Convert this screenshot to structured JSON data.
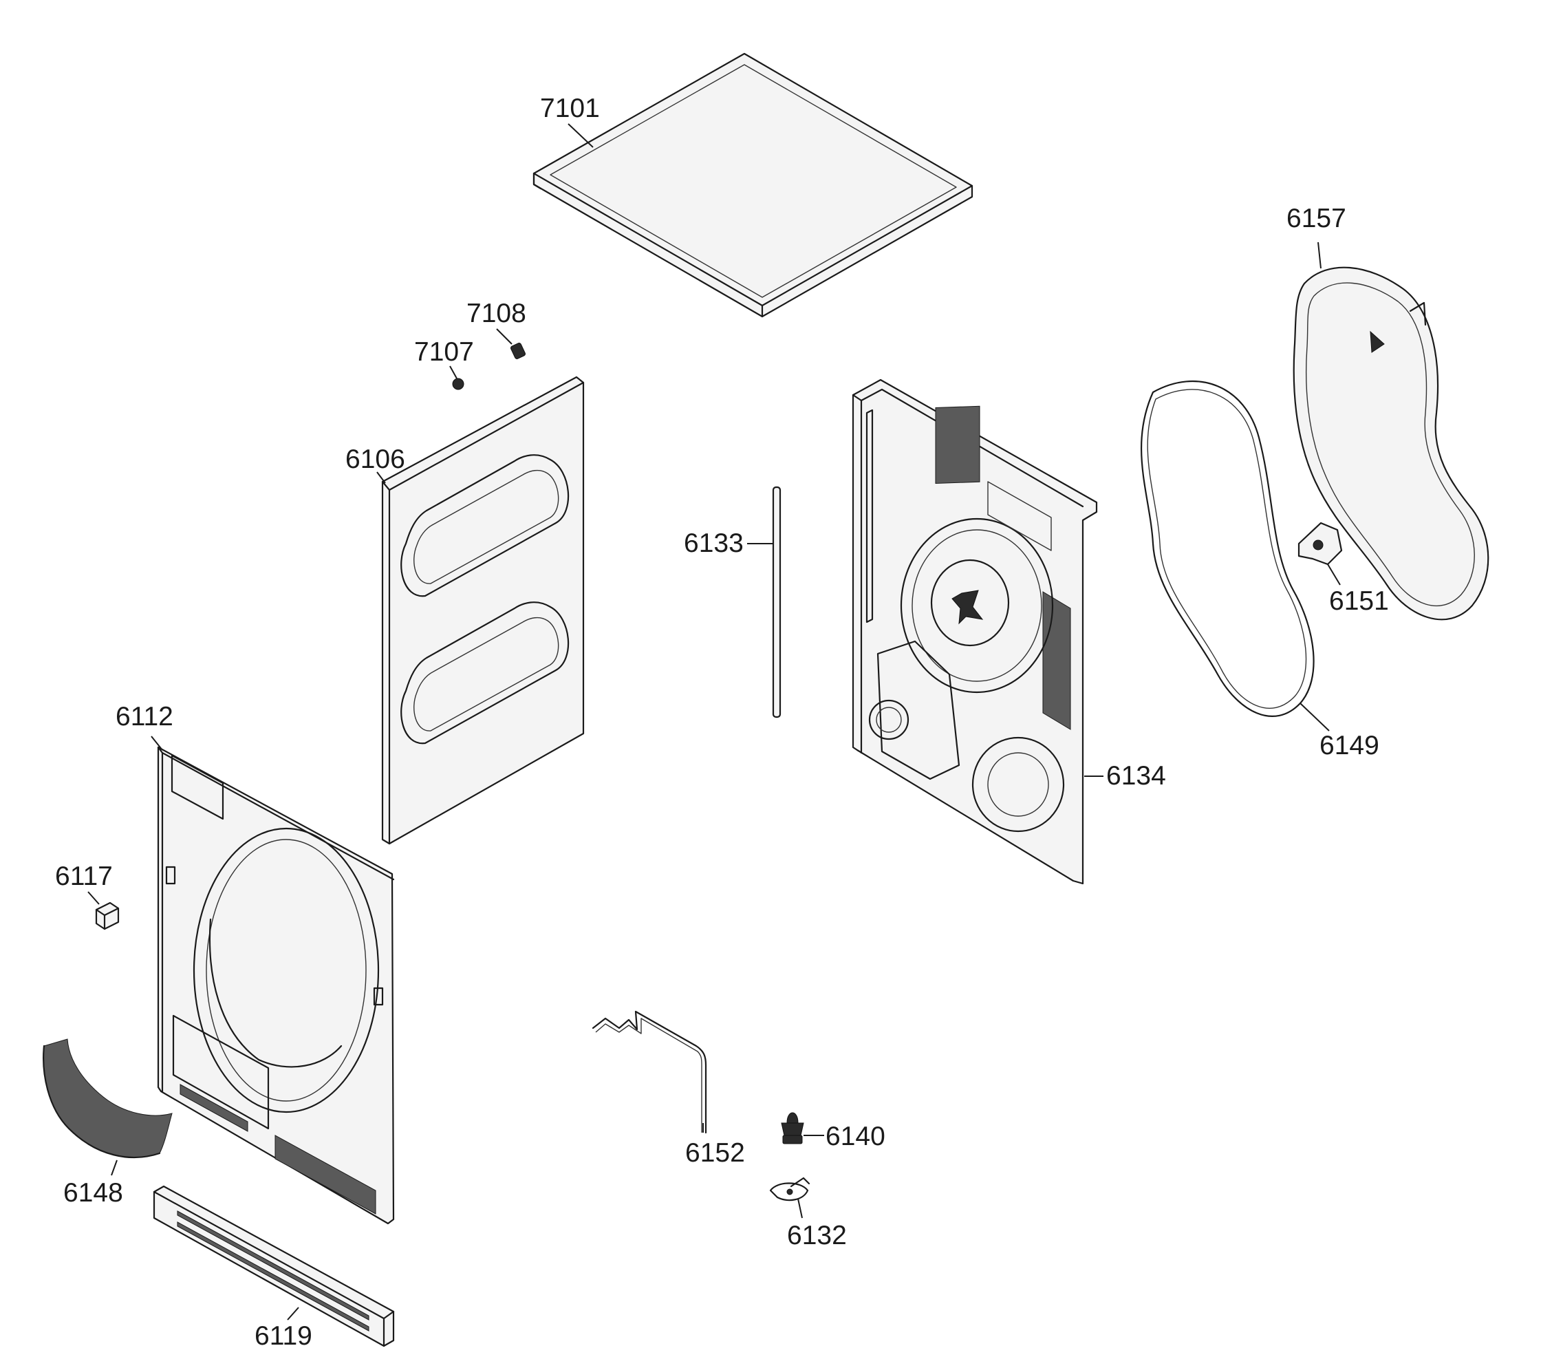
{
  "diagram": {
    "parts": [
      {
        "id": "top-cover",
        "number": "7101"
      },
      {
        "id": "screw-a",
        "number": "7108"
      },
      {
        "id": "screw-b",
        "number": "7107"
      },
      {
        "id": "side-panel",
        "number": "6106"
      },
      {
        "id": "rod",
        "number": "6133"
      },
      {
        "id": "rear-panel",
        "number": "6134"
      },
      {
        "id": "rear-seal",
        "number": "6149"
      },
      {
        "id": "belt",
        "number": "6157"
      },
      {
        "id": "bracket",
        "number": "6151"
      },
      {
        "id": "front-panel",
        "number": "6112"
      },
      {
        "id": "clip",
        "number": "6117"
      },
      {
        "id": "filter-grille",
        "number": "6148"
      },
      {
        "id": "kick-plate",
        "number": "6119"
      },
      {
        "id": "wire-hook",
        "number": "6152"
      },
      {
        "id": "foot",
        "number": "6140"
      },
      {
        "id": "cable-clip",
        "number": "6132"
      }
    ]
  },
  "colors": {
    "line": "#1a1a1a",
    "background": "#ffffff"
  }
}
